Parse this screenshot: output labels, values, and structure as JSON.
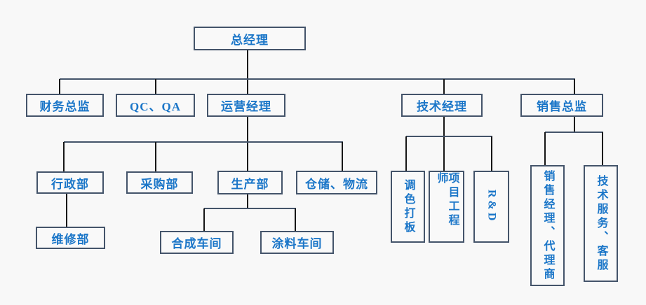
{
  "diagram": {
    "type": "org-chart",
    "colors": {
      "background": "#f8f8f8",
      "box_border": "#44546A",
      "label_text": "#1b76c8",
      "connector_vertical": "#161616",
      "connector_horizontal": "#44546A"
    },
    "nodes": {
      "gm": {
        "label": "总经理"
      },
      "finance": {
        "label": "财务总监"
      },
      "qcqa": {
        "label": "QC、QA"
      },
      "ops": {
        "label": "运营经理"
      },
      "tech": {
        "label": "技术经理"
      },
      "sales": {
        "label": "销售总监"
      },
      "admin": {
        "label": "行政部"
      },
      "purchasing": {
        "label": "采购部"
      },
      "production": {
        "label": "生产部"
      },
      "warehouse": {
        "label": "仓储、物流"
      },
      "maintenance": {
        "label": "维修部"
      },
      "synthesis": {
        "label": "合成车间"
      },
      "coating": {
        "label": "涂料车间"
      },
      "color_matching": {
        "label": "调色打板"
      },
      "project_engineer": {
        "label": "项目工程师"
      },
      "rd": {
        "label": "R&D"
      },
      "sales_agents": {
        "label": "销售经理、代理商"
      },
      "tech_service": {
        "label": "技术服务、客服"
      }
    },
    "hierarchy": {
      "gm": [
        "finance",
        "qcqa",
        "ops",
        "tech",
        "sales"
      ],
      "ops": [
        "admin",
        "purchasing",
        "production",
        "warehouse"
      ],
      "admin": [
        "maintenance"
      ],
      "production": [
        "synthesis",
        "coating"
      ],
      "tech": [
        "color_matching",
        "project_engineer",
        "rd"
      ],
      "sales": [
        "sales_agents",
        "tech_service"
      ]
    }
  }
}
